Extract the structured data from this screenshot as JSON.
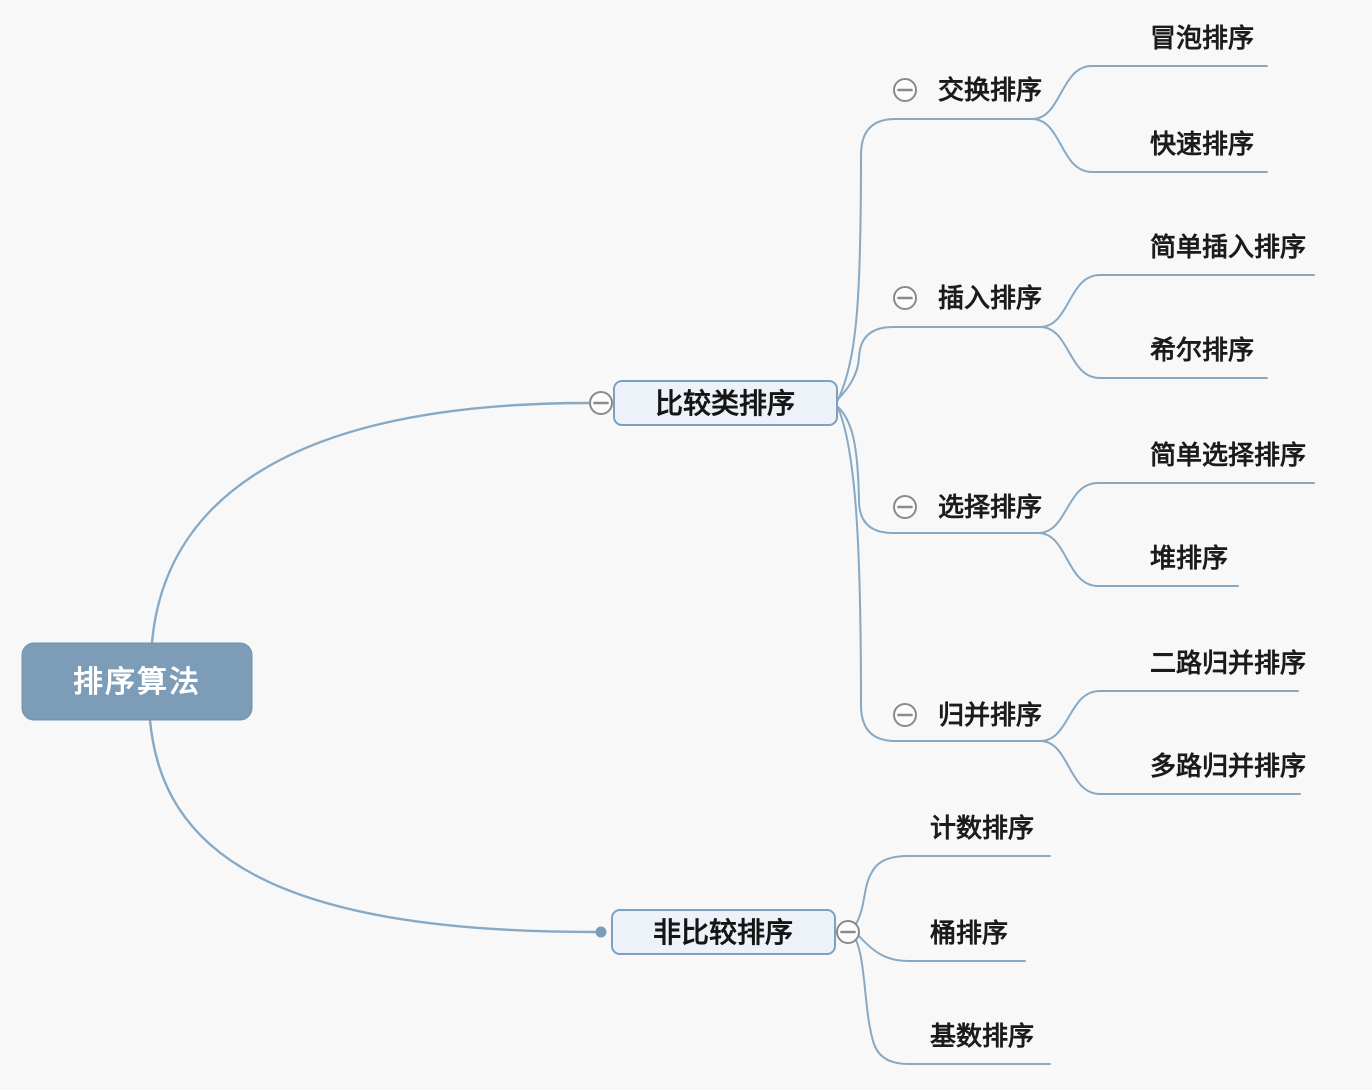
{
  "diagram": {
    "type": "mindmap",
    "topic": "sorting-algorithms"
  },
  "root": {
    "label": "排序算法"
  },
  "branches": [
    {
      "label": "比较类排序",
      "children": [
        {
          "label": "交换排序",
          "children": [
            {
              "label": "冒泡排序"
            },
            {
              "label": "快速排序"
            }
          ]
        },
        {
          "label": "插入排序",
          "children": [
            {
              "label": "简单插入排序"
            },
            {
              "label": "希尔排序"
            }
          ]
        },
        {
          "label": "选择排序",
          "children": [
            {
              "label": "简单选择排序"
            },
            {
              "label": "堆排序"
            }
          ]
        },
        {
          "label": "归并排序",
          "children": [
            {
              "label": "二路归并排序"
            },
            {
              "label": "多路归并排序"
            }
          ]
        }
      ]
    },
    {
      "label": "非比较排序",
      "children": [
        {
          "label": "计数排序"
        },
        {
          "label": "桶排序"
        },
        {
          "label": "基数排序"
        }
      ]
    }
  ],
  "icons": {
    "collapse": "minus-circle-icon",
    "branch_end": "dot"
  },
  "colors": {
    "background": "#f8f8f8",
    "branch_line": "#88a9c4",
    "root_fill": "#7c9cb8",
    "root_text": "#ffffff",
    "node_fill": "#edf2f8",
    "node_border": "#7ea0c0",
    "text": "#1b1b1b",
    "collapse_icon": "#8a8a8a"
  }
}
